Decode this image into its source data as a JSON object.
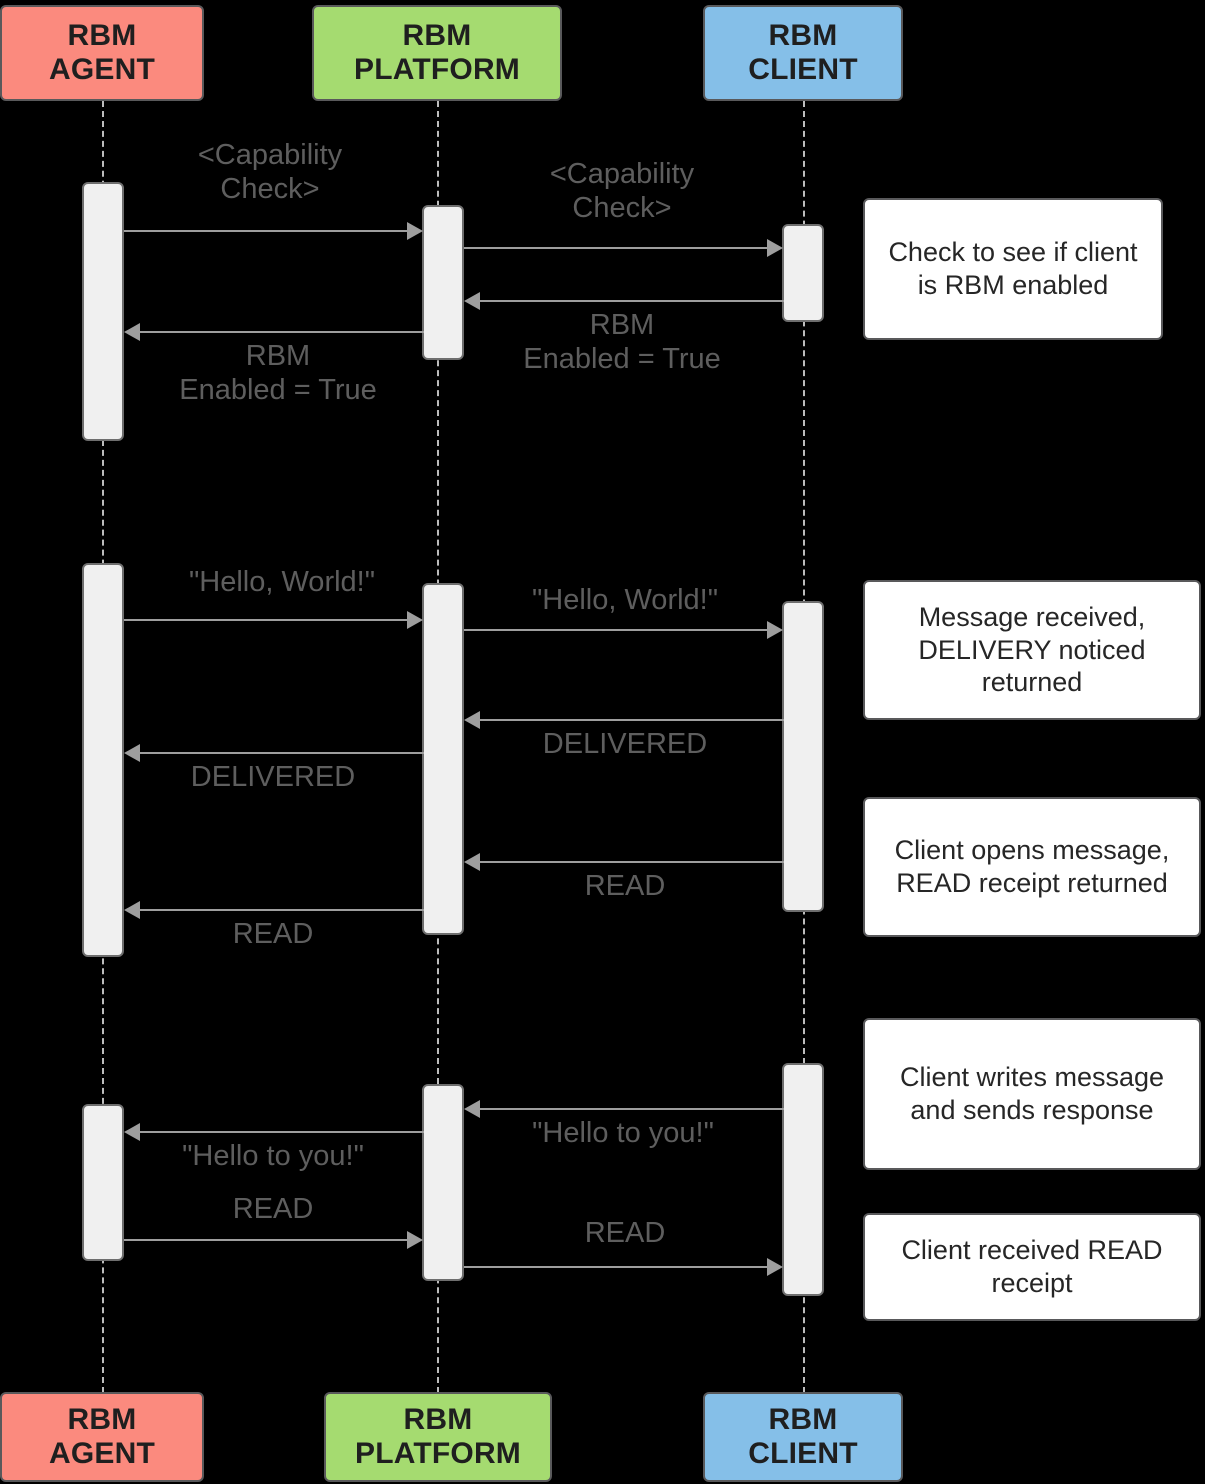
{
  "diagram": {
    "title": "RBM message sequence diagram",
    "type": "sequence-diagram",
    "background_color": "#000000"
  },
  "actors": [
    {
      "id": "agent",
      "line1": "RBM",
      "line2": "AGENT",
      "color": "#fb8a7e",
      "border_color": "#59595b"
    },
    {
      "id": "platform",
      "line1": "RBM",
      "line2": "PLATFORM",
      "color": "#a5db70",
      "border_color": "#59595b"
    },
    {
      "id": "client",
      "line1": "RBM",
      "line2": "CLIENT",
      "color": "#85bfe8",
      "border_color": "#59595b"
    }
  ],
  "messages": [
    {
      "id": "m1",
      "label": "<Capability\nCheck>",
      "from": "agent",
      "to": "platform",
      "direction": "right"
    },
    {
      "id": "m2",
      "label": "<Capability\nCheck>",
      "from": "platform",
      "to": "client",
      "direction": "right"
    },
    {
      "id": "m3",
      "label": "RBM\nEnabled = True",
      "from": "client",
      "to": "platform",
      "direction": "left"
    },
    {
      "id": "m4",
      "label": "RBM\nEnabled = True",
      "from": "platform",
      "to": "agent",
      "direction": "left"
    },
    {
      "id": "m5",
      "label": "\"Hello, World!\"",
      "from": "agent",
      "to": "platform",
      "direction": "right"
    },
    {
      "id": "m6",
      "label": "\"Hello, World!\"",
      "from": "platform",
      "to": "client",
      "direction": "right"
    },
    {
      "id": "m7",
      "label": "DELIVERED",
      "from": "client",
      "to": "platform",
      "direction": "left"
    },
    {
      "id": "m8",
      "label": "DELIVERED",
      "from": "platform",
      "to": "agent",
      "direction": "left"
    },
    {
      "id": "m9",
      "label": "READ",
      "from": "client",
      "to": "platform",
      "direction": "left"
    },
    {
      "id": "m10",
      "label": "READ",
      "from": "platform",
      "to": "agent",
      "direction": "left"
    },
    {
      "id": "m11",
      "label": "\"Hello to you!\"",
      "from": "client",
      "to": "platform",
      "direction": "left"
    },
    {
      "id": "m12",
      "label": "\"Hello to you!\"",
      "from": "platform",
      "to": "agent",
      "direction": "left"
    },
    {
      "id": "m13",
      "label": "READ",
      "from": "agent",
      "to": "platform",
      "direction": "right"
    },
    {
      "id": "m14",
      "label": "READ",
      "from": "platform",
      "to": "client",
      "direction": "right"
    }
  ],
  "notes": [
    {
      "id": "n1",
      "text": "Check to see if client is RBM enabled"
    },
    {
      "id": "n2",
      "text": "Message received, DELIVERY noticed returned"
    },
    {
      "id": "n3",
      "text": "Client opens message, READ receipt returned"
    },
    {
      "id": "n4",
      "text": "Client writes message and sends response"
    },
    {
      "id": "n5",
      "text": "Client received READ receipt"
    }
  ]
}
